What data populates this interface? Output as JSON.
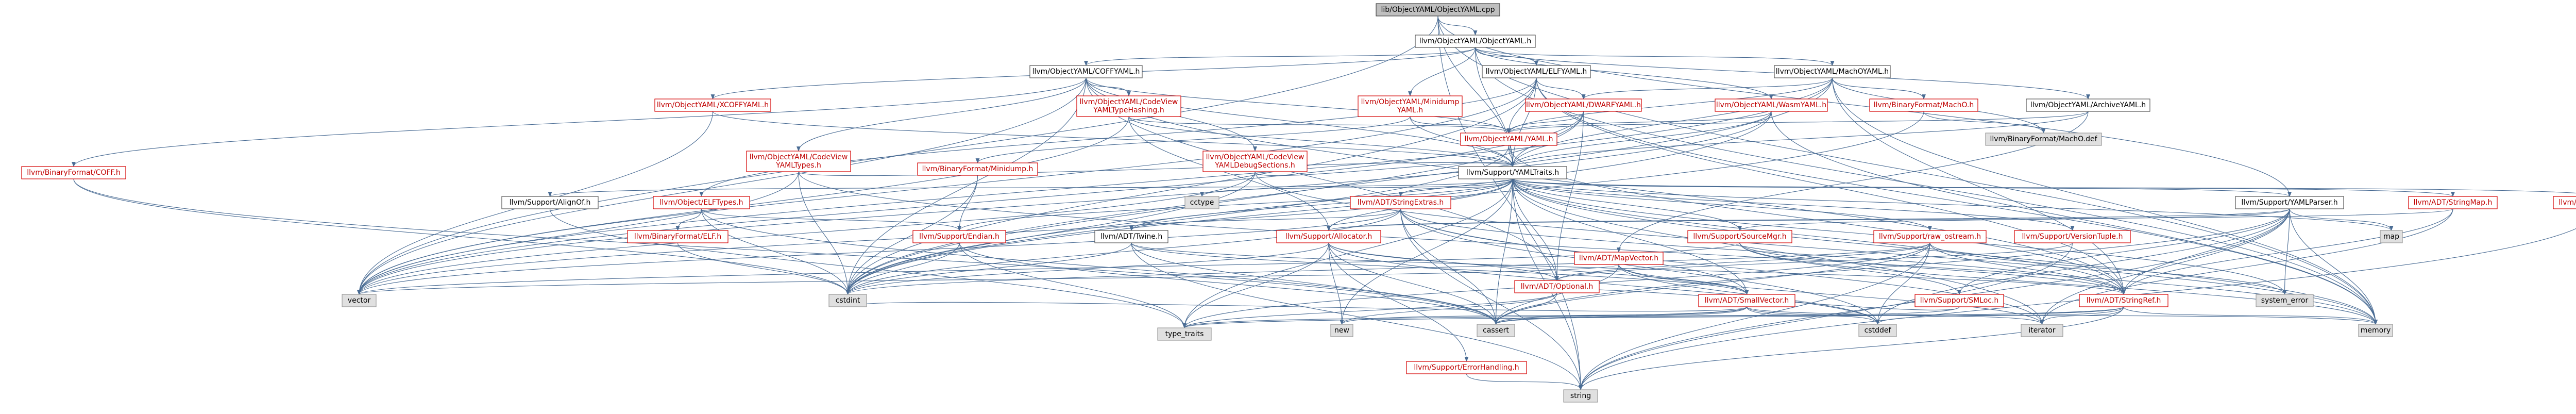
{
  "graph": {
    "background": "#ffffff",
    "colors": {
      "edge": "#4a6c94",
      "root_fill": "#bfbfbf",
      "root_stroke": "#404040",
      "std_fill": "#e0e0e0",
      "std_stroke": "#999999",
      "header_fill": "#ffffff",
      "header_stroke": "#555555",
      "incomplete_fill": "#ffffff",
      "incomplete_stroke": "#d40000",
      "incomplete_text": "#c00000",
      "text": "#000000"
    },
    "nodes": [
      {
        "id": "root",
        "label": "lib/ObjectYAML/ObjectYAML.cpp",
        "kind": "root"
      },
      {
        "id": "objectyaml_h",
        "label": "llvm/ObjectYAML/ObjectYAML.h",
        "kind": "header"
      },
      {
        "id": "coffyaml_h",
        "label": "llvm/ObjectYAML/COFFYAML.h",
        "kind": "header"
      },
      {
        "id": "elfyaml_h",
        "label": "llvm/ObjectYAML/ELFYAML.h",
        "kind": "header"
      },
      {
        "id": "machoyaml_h",
        "label": "llvm/ObjectYAML/MachOYAML.h",
        "kind": "header"
      },
      {
        "id": "xcoffyaml_h",
        "label": "llvm/ObjectYAML/XCOFFYAML.h",
        "kind": "incomplete"
      },
      {
        "id": "cvtypehashing_h",
        "label": [
          "llvm/ObjectYAML/CodeView",
          "YAMLTypeHashing.h"
        ],
        "kind": "incomplete"
      },
      {
        "id": "minidumpyaml_h",
        "label": [
          "llvm/ObjectYAML/Minidump",
          "YAML.h"
        ],
        "kind": "incomplete"
      },
      {
        "id": "dwarfyaml_h",
        "label": "llvm/ObjectYAML/DWARFYAML.h",
        "kind": "incomplete"
      },
      {
        "id": "machoh",
        "label": "llvm/BinaryFormat/MachO.h",
        "kind": "incomplete"
      },
      {
        "id": "archiveyaml_h",
        "label": "llvm/ObjectYAML/ArchiveYAML.h",
        "kind": "header"
      },
      {
        "id": "wasmyaml_h",
        "label": "llvm/ObjectYAML/WasmYAML.h",
        "kind": "incomplete"
      },
      {
        "id": "machodef",
        "label": "llvm/BinaryFormat/MachO.def",
        "kind": "std"
      },
      {
        "id": "binfmt_coff_h",
        "label": "llvm/BinaryFormat/COFF.h",
        "kind": "incomplete"
      },
      {
        "id": "cvtypes_h",
        "label": [
          "llvm/ObjectYAML/CodeView",
          "YAMLTypes.h"
        ],
        "kind": "incomplete"
      },
      {
        "id": "cvdebugsections_h",
        "label": [
          "llvm/ObjectYAML/CodeView",
          "YAMLDebugSections.h"
        ],
        "kind": "incomplete"
      },
      {
        "id": "yaml_h",
        "label": "llvm/ObjectYAML/YAML.h",
        "kind": "incomplete"
      },
      {
        "id": "minidump_h",
        "label": "llvm/BinaryFormat/Minidump.h",
        "kind": "incomplete"
      },
      {
        "id": "yamltraits_h",
        "label": "llvm/Support/YAMLTraits.h",
        "kind": "header"
      },
      {
        "id": "alignof_h",
        "label": "llvm/Support/AlignOf.h",
        "kind": "header"
      },
      {
        "id": "elftypes_h",
        "label": "llvm/Object/ELFTypes.h",
        "kind": "incomplete"
      },
      {
        "id": "cctype",
        "label": "cctype",
        "kind": "std"
      },
      {
        "id": "stringextras_h",
        "label": "llvm/ADT/StringExtras.h",
        "kind": "incomplete"
      },
      {
        "id": "yamlparser_h",
        "label": "llvm/Support/YAMLParser.h",
        "kind": "header"
      },
      {
        "id": "stringmap_h",
        "label": "llvm/ADT/StringMap.h",
        "kind": "incomplete"
      },
      {
        "id": "regex_h",
        "label": "llvm/Support/Regex.h",
        "kind": "incomplete"
      },
      {
        "id": "binfmt_elf_h",
        "label": "llvm/BinaryFormat/ELF.h",
        "kind": "incomplete"
      },
      {
        "id": "endian_h",
        "label": "llvm/Support/Endian.h",
        "kind": "incomplete"
      },
      {
        "id": "twine_h",
        "label": "llvm/ADT/Twine.h",
        "kind": "header"
      },
      {
        "id": "allocator_h",
        "label": "llvm/Support/Allocator.h",
        "kind": "incomplete"
      },
      {
        "id": "sourcemgr_h",
        "label": "llvm/Support/SourceMgr.h",
        "kind": "incomplete"
      },
      {
        "id": "mapvector_h",
        "label": "llvm/ADT/MapVector.h",
        "kind": "incomplete"
      },
      {
        "id": "rawostream_h",
        "label": "llvm/Support/raw_ostream.h",
        "kind": "incomplete"
      },
      {
        "id": "versiontuple_h",
        "label": "llvm/Support/VersionTuple.h",
        "kind": "incomplete"
      },
      {
        "id": "map",
        "label": "map",
        "kind": "std"
      },
      {
        "id": "vector",
        "label": "vector",
        "kind": "std"
      },
      {
        "id": "cstdint",
        "label": "cstdint",
        "kind": "std"
      },
      {
        "id": "optional_h",
        "label": "llvm/ADT/Optional.h",
        "kind": "incomplete"
      },
      {
        "id": "smallvector_h",
        "label": "llvm/ADT/SmallVector.h",
        "kind": "incomplete"
      },
      {
        "id": "smloc_h",
        "label": "llvm/Support/SMLoc.h",
        "kind": "incomplete"
      },
      {
        "id": "stringref_h",
        "label": "llvm/ADT/StringRef.h",
        "kind": "incomplete"
      },
      {
        "id": "system_error",
        "label": "system_error",
        "kind": "std"
      },
      {
        "id": "new",
        "label": "new",
        "kind": "std"
      },
      {
        "id": "cassert",
        "label": "cassert",
        "kind": "std"
      },
      {
        "id": "cstddef",
        "label": "cstddef",
        "kind": "std"
      },
      {
        "id": "iterator",
        "label": "iterator",
        "kind": "std"
      },
      {
        "id": "memory",
        "label": "memory",
        "kind": "std"
      },
      {
        "id": "type_traits",
        "label": "type_traits",
        "kind": "std"
      },
      {
        "id": "errorhandling_h",
        "label": "llvm/Support/ErrorHandling.h",
        "kind": "incomplete"
      },
      {
        "id": "string",
        "label": "string",
        "kind": "std"
      }
    ],
    "edges": [
      [
        "root",
        "objectyaml_h"
      ],
      [
        "root",
        "yamltraits_h"
      ],
      [
        "root",
        "string"
      ],
      [
        "root",
        "memory"
      ],
      [
        "root",
        "vector"
      ],
      [
        "root",
        "yamlparser_h"
      ],
      [
        "objectyaml_h",
        "coffyaml_h"
      ],
      [
        "objectyaml_h",
        "elfyaml_h"
      ],
      [
        "objectyaml_h",
        "machoyaml_h"
      ],
      [
        "objectyaml_h",
        "archiveyaml_h"
      ],
      [
        "objectyaml_h",
        "minidumpyaml_h"
      ],
      [
        "objectyaml_h",
        "wasmyaml_h"
      ],
      [
        "objectyaml_h",
        "xcoffyaml_h"
      ],
      [
        "objectyaml_h",
        "yamltraits_h"
      ],
      [
        "objectyaml_h",
        "memory"
      ],
      [
        "coffyaml_h",
        "binfmt_coff_h"
      ],
      [
        "coffyaml_h",
        "cvtypehashing_h"
      ],
      [
        "coffyaml_h",
        "cvtypes_h"
      ],
      [
        "coffyaml_h",
        "cvdebugsections_h"
      ],
      [
        "coffyaml_h",
        "yaml_h"
      ],
      [
        "coffyaml_h",
        "optional_h"
      ],
      [
        "coffyaml_h",
        "stringref_h"
      ],
      [
        "coffyaml_h",
        "cstdint"
      ],
      [
        "coffyaml_h",
        "vector"
      ],
      [
        "coffyaml_h",
        "yamltraits_h"
      ],
      [
        "elfyaml_h",
        "dwarfyaml_h"
      ],
      [
        "elfyaml_h",
        "yaml_h"
      ],
      [
        "elfyaml_h",
        "elftypes_h"
      ],
      [
        "elfyaml_h",
        "yamltraits_h"
      ],
      [
        "elfyaml_h",
        "stringref_h"
      ],
      [
        "elfyaml_h",
        "cstdint"
      ],
      [
        "elfyaml_h",
        "memory"
      ],
      [
        "elfyaml_h",
        "vector"
      ],
      [
        "machoyaml_h",
        "machoh"
      ],
      [
        "machoyaml_h",
        "dwarfyaml_h"
      ],
      [
        "machoyaml_h",
        "yaml_h"
      ],
      [
        "machoyaml_h",
        "yamltraits_h"
      ],
      [
        "machoyaml_h",
        "stringref_h"
      ],
      [
        "machoyaml_h",
        "cstdint"
      ],
      [
        "machoyaml_h",
        "memory"
      ],
      [
        "machoyaml_h",
        "vector"
      ],
      [
        "machoyaml_h",
        "machodef"
      ],
      [
        "xcoffyaml_h",
        "vector"
      ],
      [
        "xcoffyaml_h",
        "yamltraits_h"
      ],
      [
        "cvtypehashing_h",
        "yamltraits_h"
      ],
      [
        "cvtypehashing_h",
        "yaml_h"
      ],
      [
        "cvtypehashing_h",
        "allocator_h"
      ],
      [
        "cvtypehashing_h",
        "vector"
      ],
      [
        "minidumpyaml_h",
        "minidump_h"
      ],
      [
        "minidumpyaml_h",
        "yaml_h"
      ],
      [
        "minidumpyaml_h",
        "yamltraits_h"
      ],
      [
        "dwarfyaml_h",
        "yaml_h"
      ],
      [
        "dwarfyaml_h",
        "yamltraits_h"
      ],
      [
        "dwarfyaml_h",
        "cstdint"
      ],
      [
        "dwarfyaml_h",
        "optional_h"
      ],
      [
        "dwarfyaml_h",
        "vector"
      ],
      [
        "machoh",
        "machodef"
      ],
      [
        "machoh",
        "cstdint"
      ],
      [
        "archiveyaml_h",
        "yaml_h"
      ],
      [
        "archiveyaml_h",
        "yamltraits_h"
      ],
      [
        "archiveyaml_h",
        "mapvector_h"
      ],
      [
        "wasmyaml_h",
        "yaml_h"
      ],
      [
        "wasmyaml_h",
        "yamltraits_h"
      ],
      [
        "wasmyaml_h",
        "cstdint"
      ],
      [
        "wasmyaml_h",
        "memory"
      ],
      [
        "wasmyaml_h",
        "vector"
      ],
      [
        "binfmt_coff_h",
        "cstdint"
      ],
      [
        "binfmt_coff_h",
        "cassert"
      ],
      [
        "cvtypes_h",
        "yamltraits_h"
      ],
      [
        "cvtypes_h",
        "cstdint"
      ],
      [
        "cvtypes_h",
        "memory"
      ],
      [
        "cvtypes_h",
        "vector"
      ],
      [
        "cvdebugsections_h",
        "yamltraits_h"
      ],
      [
        "cvdebugsections_h",
        "cstdint"
      ],
      [
        "cvdebugsections_h",
        "memory"
      ],
      [
        "cvdebugsections_h",
        "vector"
      ],
      [
        "yaml_h",
        "yamltraits_h"
      ],
      [
        "yaml_h",
        "stringref_h"
      ],
      [
        "yaml_h",
        "cstdint"
      ],
      [
        "minidump_h",
        "endian_h"
      ],
      [
        "minidump_h",
        "cstdint"
      ],
      [
        "yamltraits_h",
        "alignof_h"
      ],
      [
        "yamltraits_h",
        "allocator_h"
      ],
      [
        "yamltraits_h",
        "cctype"
      ],
      [
        "yamltraits_h",
        "stringextras_h"
      ],
      [
        "yamltraits_h",
        "stringmap_h"
      ],
      [
        "yamltraits_h",
        "regex_h"
      ],
      [
        "yamltraits_h",
        "twine_h"
      ],
      [
        "yamltraits_h",
        "yamlparser_h"
      ],
      [
        "yamltraits_h",
        "sourcemgr_h"
      ],
      [
        "yamltraits_h",
        "endian_h"
      ],
      [
        "yamltraits_h",
        "rawostream_h"
      ],
      [
        "yamltraits_h",
        "versiontuple_h"
      ],
      [
        "yamltraits_h",
        "smallvector_h"
      ],
      [
        "yamltraits_h",
        "stringref_h"
      ],
      [
        "yamltraits_h",
        "optional_h"
      ],
      [
        "yamltraits_h",
        "map"
      ],
      [
        "yamltraits_h",
        "memory"
      ],
      [
        "yamltraits_h",
        "new"
      ],
      [
        "yamltraits_h",
        "string"
      ],
      [
        "yamltraits_h",
        "system_error"
      ],
      [
        "yamltraits_h",
        "type_traits"
      ],
      [
        "yamltraits_h",
        "vector"
      ],
      [
        "yamltraits_h",
        "cassert"
      ],
      [
        "yamltraits_h",
        "iterator"
      ],
      [
        "alignof_h",
        "type_traits"
      ],
      [
        "elftypes_h",
        "binfmt_elf_h"
      ],
      [
        "elftypes_h",
        "endian_h"
      ],
      [
        "elftypes_h",
        "cstdint"
      ],
      [
        "elftypes_h",
        "cassert"
      ],
      [
        "stringextras_h",
        "twine_h"
      ],
      [
        "stringextras_h",
        "stringref_h"
      ],
      [
        "stringextras_h",
        "cstdint"
      ],
      [
        "stringextras_h",
        "cstddef"
      ],
      [
        "stringextras_h",
        "string"
      ],
      [
        "stringextras_h",
        "vector"
      ],
      [
        "stringextras_h",
        "iterator"
      ],
      [
        "stringextras_h",
        "cassert"
      ],
      [
        "stringextras_h",
        "smallvector_h"
      ],
      [
        "yamlparser_h",
        "stringref_h"
      ],
      [
        "yamlparser_h",
        "allocator_h"
      ],
      [
        "yamlparser_h",
        "smloc_h"
      ],
      [
        "yamlparser_h",
        "sourcemgr_h"
      ],
      [
        "yamlparser_h",
        "cstddef"
      ],
      [
        "yamlparser_h",
        "iterator"
      ],
      [
        "yamlparser_h",
        "map"
      ],
      [
        "yamlparser_h",
        "memory"
      ],
      [
        "yamlparser_h",
        "string"
      ],
      [
        "yamlparser_h",
        "system_error"
      ],
      [
        "yamlparser_h",
        "cassert"
      ],
      [
        "stringmap_h",
        "stringref_h"
      ],
      [
        "stringmap_h",
        "allocator_h"
      ],
      [
        "stringmap_h",
        "iterator"
      ],
      [
        "regex_h",
        "string"
      ],
      [
        "binfmt_elf_h",
        "cstdint"
      ],
      [
        "binfmt_elf_h",
        "cstring"
      ],
      [
        "endian_h",
        "cstdint"
      ],
      [
        "endian_h",
        "type_traits"
      ],
      [
        "endian_h",
        "cassert"
      ],
      [
        "twine_h",
        "smallvector_h"
      ],
      [
        "twine_h",
        "stringref_h"
      ],
      [
        "twine_h",
        "cassert"
      ],
      [
        "twine_h",
        "cstdint"
      ],
      [
        "twine_h",
        "string"
      ],
      [
        "allocator_h",
        "optional_h"
      ],
      [
        "allocator_h",
        "errorhandling_h"
      ],
      [
        "allocator_h",
        "cassert"
      ],
      [
        "allocator_h",
        "cstddef"
      ],
      [
        "allocator_h",
        "cstdint"
      ],
      [
        "allocator_h",
        "type_traits"
      ],
      [
        "allocator_h",
        "new"
      ],
      [
        "allocator_h",
        "smallvector_h"
      ],
      [
        "sourcemgr_h",
        "smloc_h"
      ],
      [
        "sourcemgr_h",
        "stringref_h"
      ],
      [
        "sourcemgr_h",
        "vector"
      ],
      [
        "sourcemgr_h",
        "memory"
      ],
      [
        "mapvector_h",
        "smallvector_h"
      ],
      [
        "mapvector_h",
        "cassert"
      ],
      [
        "mapvector_h",
        "cstddef"
      ],
      [
        "mapvector_h",
        "iterator"
      ],
      [
        "mapvector_h",
        "vector"
      ],
      [
        "rawostream_h",
        "stringref_h"
      ],
      [
        "rawostream_h",
        "cassert"
      ],
      [
        "rawostream_h",
        "cstddef"
      ],
      [
        "rawostream_h",
        "cstdint"
      ],
      [
        "rawostream_h",
        "string"
      ],
      [
        "rawostream_h",
        "system_error"
      ],
      [
        "rawostream_h",
        "type_traits"
      ],
      [
        "rawostream_h",
        "optional_h"
      ],
      [
        "versiontuple_h",
        "optional_h"
      ],
      [
        "versiontuple_h",
        "string"
      ],
      [
        "optional_h",
        "new"
      ],
      [
        "optional_h",
        "type_traits"
      ],
      [
        "optional_h",
        "cassert"
      ],
      [
        "smallvector_h",
        "cassert"
      ],
      [
        "smallvector_h",
        "cstddef"
      ],
      [
        "smallvector_h",
        "iterator"
      ],
      [
        "smallvector_h",
        "memory"
      ],
      [
        "smallvector_h",
        "new"
      ],
      [
        "smallvector_h",
        "type_traits"
      ],
      [
        "smallvector_h",
        "cstdint"
      ],
      [
        "smloc_h",
        "cassert"
      ],
      [
        "smloc_h",
        "optional_h"
      ],
      [
        "stringref_h",
        "cassert"
      ],
      [
        "stringref_h",
        "cstddef"
      ],
      [
        "stringref_h",
        "iterator"
      ],
      [
        "stringref_h",
        "memory"
      ],
      [
        "stringref_h",
        "string"
      ],
      [
        "stringref_h",
        "type_traits"
      ],
      [
        "errorhandling_h",
        "string"
      ]
    ]
  }
}
